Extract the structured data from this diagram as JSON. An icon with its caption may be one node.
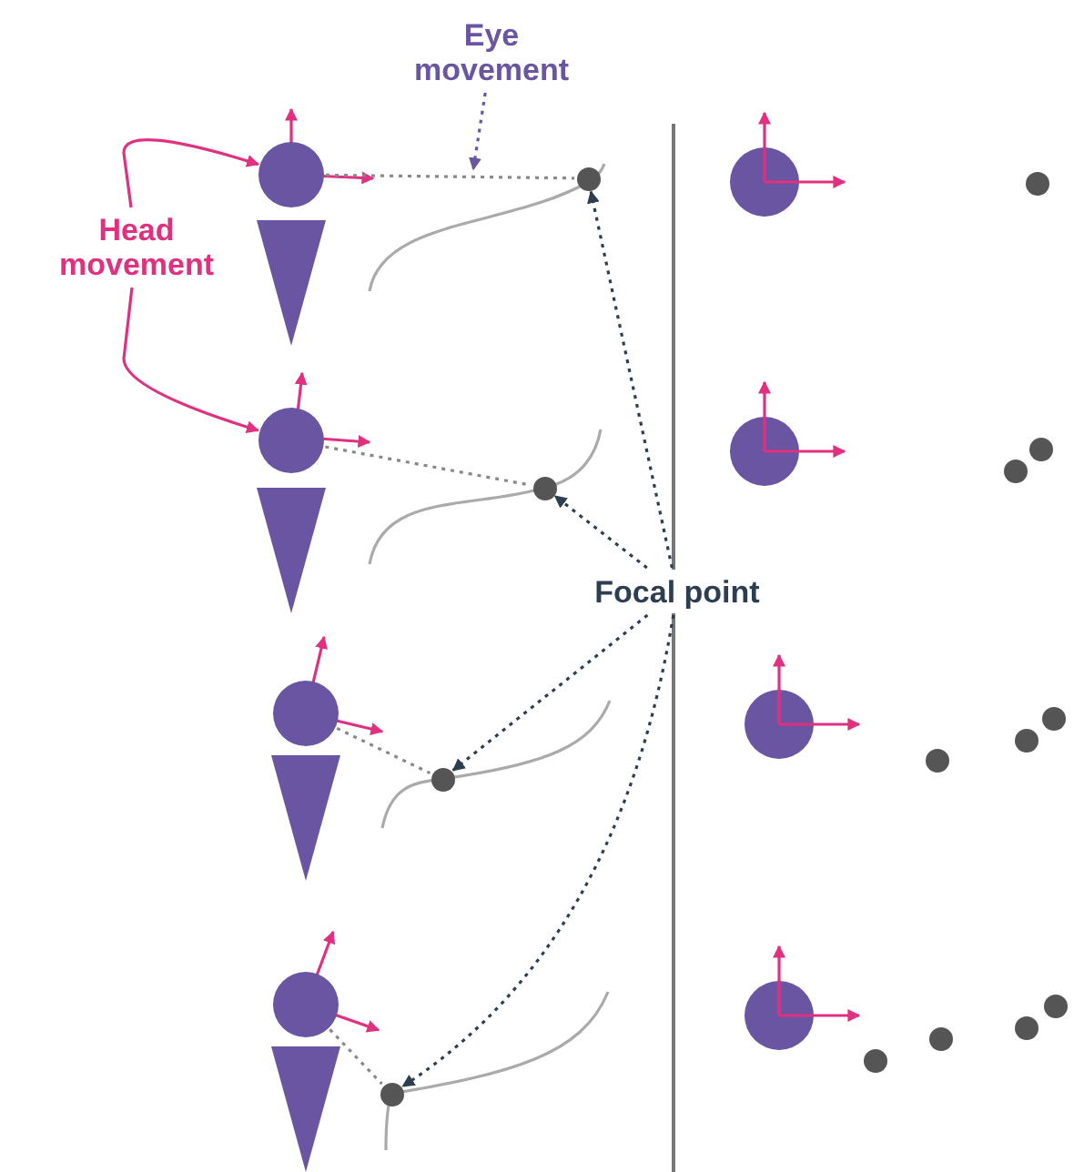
{
  "diagram": {
    "nodes": [
      {
        "text": [
          "Eye movement"
        ]
      },
      {
        "text": [],
        "shape": "circle"
      },
      {
        "text": [],
        "shape": "circle"
      },
      {
        "text": [
          "Head movement"
        ]
      },
      {
        "text": [],
        "shape": "circle"
      },
      {
        "text": [],
        "shape": "circle"
      },
      {
        "text": [
          "Focal point"
        ]
      },
      {
        "text": [],
        "shape": "circle"
      },
      {
        "text": [],
        "shape": "circle"
      },
      {
        "text": [],
        "shape": "circle"
      },
      {
        "text": [],
        "shape": "circle"
      }
    ],
    "edges": [
      {
        "from": 0,
        "to": null,
        "arrow": "to",
        "style": "dashed",
        "color": "#6a55a3"
      },
      {
        "from": 3,
        "to": 1,
        "arrow": "to",
        "color": "#e0307f"
      },
      {
        "from": 3,
        "to": 4,
        "arrow": "to",
        "color": "#e0307f"
      },
      {
        "from": 1,
        "to": 2,
        "arrow": "none",
        "style": "dashed",
        "color": "#888888"
      },
      {
        "from": 4,
        "to": 5,
        "arrow": "none",
        "style": "dashed",
        "color": "#888888"
      },
      {
        "from": 7,
        "to": 8,
        "arrow": "none",
        "style": "dashed",
        "color": "#888888"
      },
      {
        "from": 9,
        "to": 10,
        "arrow": "none",
        "style": "dashed",
        "color": "#888888"
      },
      {
        "from": 6,
        "to": 2,
        "arrow": "to",
        "style": "dashed",
        "color": "#2c3e50"
      },
      {
        "from": 6,
        "to": 5,
        "arrow": "to",
        "style": "dashed",
        "color": "#2c3e50"
      },
      {
        "from": 6,
        "to": 8,
        "arrow": "to",
        "style": "dashed",
        "color": "#2c3e50"
      },
      {
        "from": 6,
        "to": 10,
        "arrow": "to",
        "style": "dashed",
        "color": "#2c3e50"
      }
    ]
  }
}
